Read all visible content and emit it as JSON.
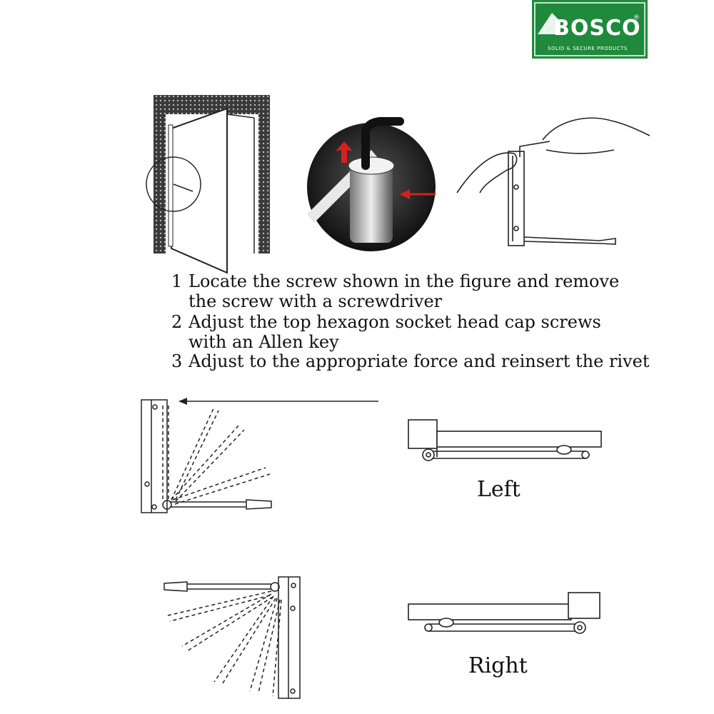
{
  "brand": {
    "name": "BOSCO",
    "tagline": "SOLID & SECURE PRODUCTS",
    "registered": "®",
    "color": "#1f8a3c"
  },
  "steps": [
    {
      "number": "1",
      "line1": "Locate the screw shown in the figure and remove",
      "line2": "the screw with a screwdriver"
    },
    {
      "number": "2",
      "line1": "Adjust the top hexagon socket head cap screws",
      "line2": "with an Allen key"
    },
    {
      "number": "3",
      "line1": "Adjust to the appropriate force and reinsert the rivet",
      "line2": ""
    }
  ],
  "diagrams": {
    "left_label": "Left",
    "right_label": "Right"
  },
  "colors": {
    "arrow_red": "#d62020",
    "line": "#222222"
  }
}
